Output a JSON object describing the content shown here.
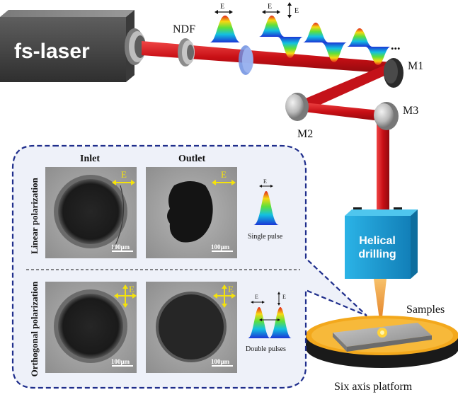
{
  "laser": {
    "label": "fs-laser"
  },
  "components": {
    "ndf": "NDF",
    "m1": "M1",
    "m2": "M2",
    "m3": "M3",
    "helical_line1": "Helical",
    "helical_line2": "drilling",
    "samples": "Samples",
    "platform": "Six axis platform"
  },
  "field": {
    "e": "E",
    "ellipsis": "..."
  },
  "inset": {
    "col_inlet": "Inlet",
    "col_outlet": "Outlet",
    "row_linear": "Linear polarization",
    "row_orthogonal": "Orthogonal polarization",
    "scale_bar": "100μm",
    "single_pulse": "Single pulse",
    "double_pulses": "Double pulses"
  },
  "colors": {
    "beam": "#d8151b",
    "inset_border": "#1f2e8c",
    "inset_bg": "#eef1f9",
    "helical_box": "#1b9fd6",
    "platform": "#f3a81c",
    "arrow_yellow": "#f4e20c",
    "laser_box": "#4a4a4a"
  }
}
